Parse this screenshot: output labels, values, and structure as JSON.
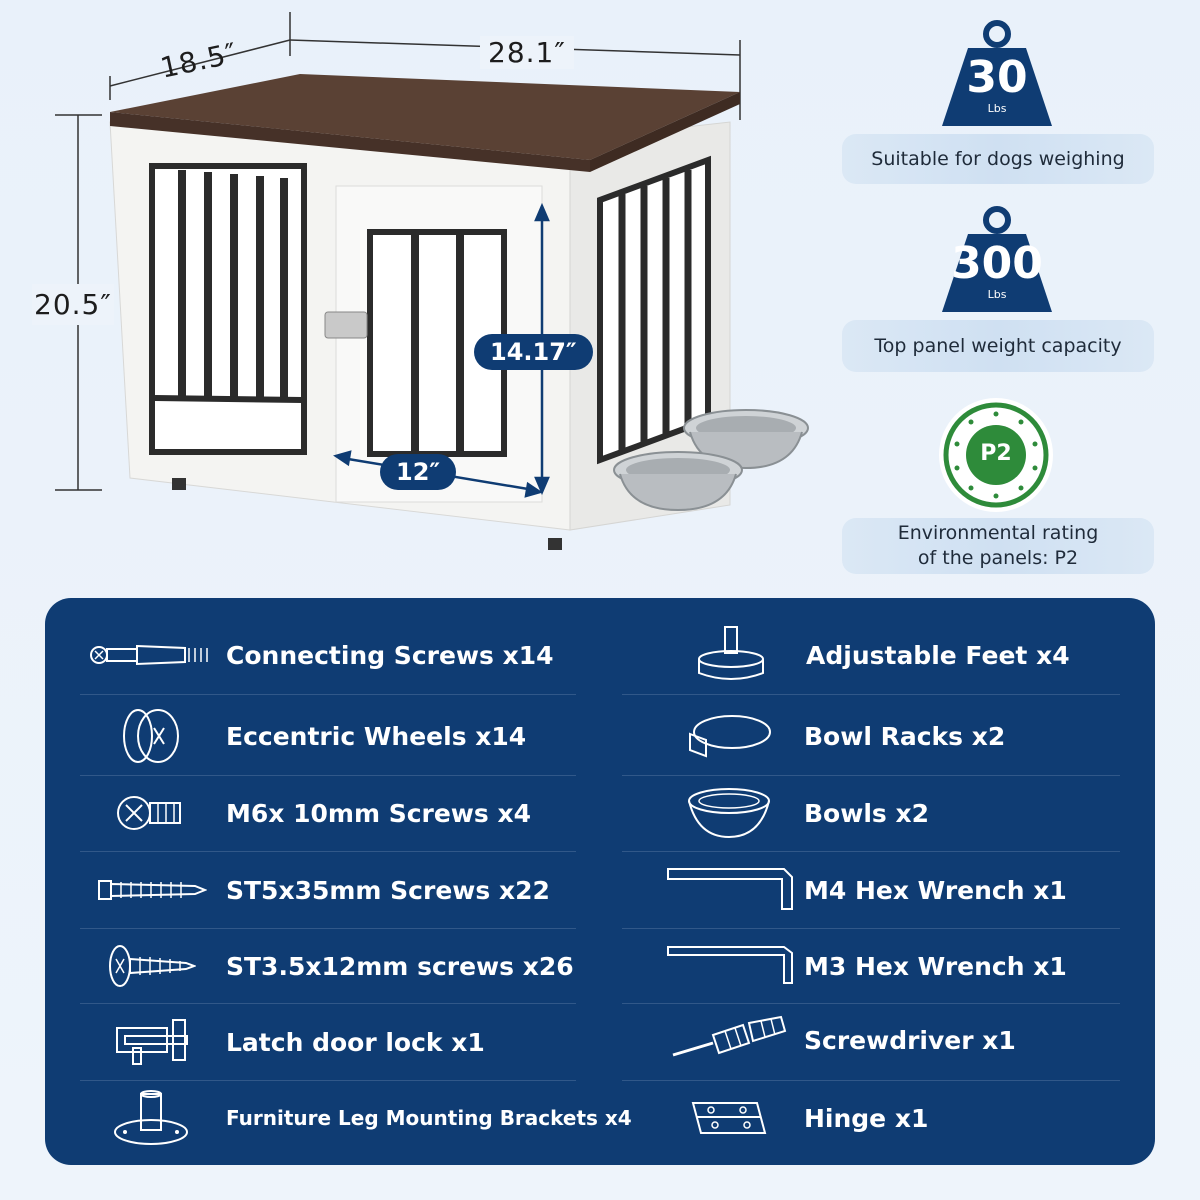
{
  "dimensions": {
    "depth": "18.5″",
    "width": "28.1″",
    "height": "20.5″",
    "door_height": "14.17″",
    "door_width": "12″"
  },
  "badges": [
    {
      "value": "30",
      "unit": "Lbs",
      "caption": "Suitable for dogs weighing"
    },
    {
      "value": "300",
      "unit": "Lbs",
      "caption": "Top panel weight capacity"
    }
  ],
  "rating": {
    "mark": "P2",
    "caption_line1": "Environmental rating",
    "caption_line2": "of the panels: P2"
  },
  "parts_left": [
    {
      "label": "Connecting Screws x14",
      "icon": "connecting-screw-icon"
    },
    {
      "label": "Eccentric Wheels x14",
      "icon": "eccentric-wheel-icon"
    },
    {
      "label": "M6x 10mm Screws x4",
      "icon": "m6-screw-icon"
    },
    {
      "label": "ST5x35mm Screws x22",
      "icon": "st5-screw-icon"
    },
    {
      "label": "ST3.5x12mm screws x26",
      "icon": "st3-screw-icon"
    },
    {
      "label": "Latch door lock x1",
      "icon": "latch-lock-icon"
    },
    {
      "label": "Furniture Leg Mounting Brackets x4",
      "icon": "leg-bracket-icon"
    }
  ],
  "parts_right": [
    {
      "label": "Adjustable Feet x4",
      "icon": "adjustable-foot-icon"
    },
    {
      "label": "Bowl Racks x2",
      "icon": "bowl-rack-icon"
    },
    {
      "label": "Bowls x2",
      "icon": "bowl-icon"
    },
    {
      "label": "M4 Hex Wrench x1",
      "icon": "hex-wrench-icon"
    },
    {
      "label": "M3 Hex Wrench x1",
      "icon": "hex-wrench-small-icon"
    },
    {
      "label": "Screwdriver x1",
      "icon": "screwdriver-icon"
    },
    {
      "label": "Hinge x1",
      "icon": "hinge-icon"
    }
  ],
  "colors": {
    "navy": "#0f3c73",
    "wood": "#5a4134",
    "white_panel": "#f7f7f5",
    "bar": "#2b2b2b",
    "green": "#2e8b3a"
  }
}
